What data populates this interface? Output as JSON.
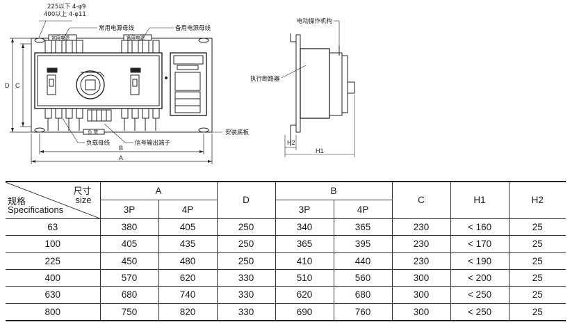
{
  "drawing": {
    "labels": {
      "hole_225": "225以下 4-φ9",
      "hole_400": "400以上 4-φ11",
      "normal_bus": "常用电源母线",
      "standby_bus": "备用电源母线",
      "normal_plate": "常用电源",
      "standby_plate": "备用电源",
      "load_plate": "负 荷",
      "load_bus": "负载母线",
      "signal_terminal": "信号输出端子",
      "mounting_plate": "安装底板",
      "electric_mechanism": "电动操作机构",
      "breaker": "执行断路器"
    },
    "dims": {
      "A": "A",
      "B": "B",
      "C": "C",
      "D": "D",
      "H1": "H1",
      "H2": "H2"
    }
  },
  "table": {
    "corner": {
      "size_cn": "尺寸",
      "size_en": "size",
      "spec_cn": "规格",
      "spec_en": "Specifications"
    },
    "groups": {
      "A": "A",
      "D": "D",
      "B": "B",
      "C": "C",
      "H1": "H1",
      "H2": "H2"
    },
    "sub": {
      "p3": "3P",
      "p4": "4P"
    },
    "rows": [
      [
        "63",
        "380",
        "405",
        "250",
        "340",
        "365",
        "230",
        "< 160",
        "25"
      ],
      [
        "100",
        "405",
        "435",
        "250",
        "365",
        "395",
        "230",
        "< 170",
        "25"
      ],
      [
        "225",
        "450",
        "480",
        "250",
        "410",
        "440",
        "230",
        "< 190",
        "25"
      ],
      [
        "400",
        "570",
        "620",
        "330",
        "510",
        "560",
        "300",
        "< 200",
        "25"
      ],
      [
        "630",
        "680",
        "740",
        "330",
        "620",
        "680",
        "300",
        "< 250",
        "25"
      ],
      [
        "800",
        "750",
        "820",
        "330",
        "690",
        "760",
        "300",
        "< 250",
        "25"
      ]
    ]
  }
}
